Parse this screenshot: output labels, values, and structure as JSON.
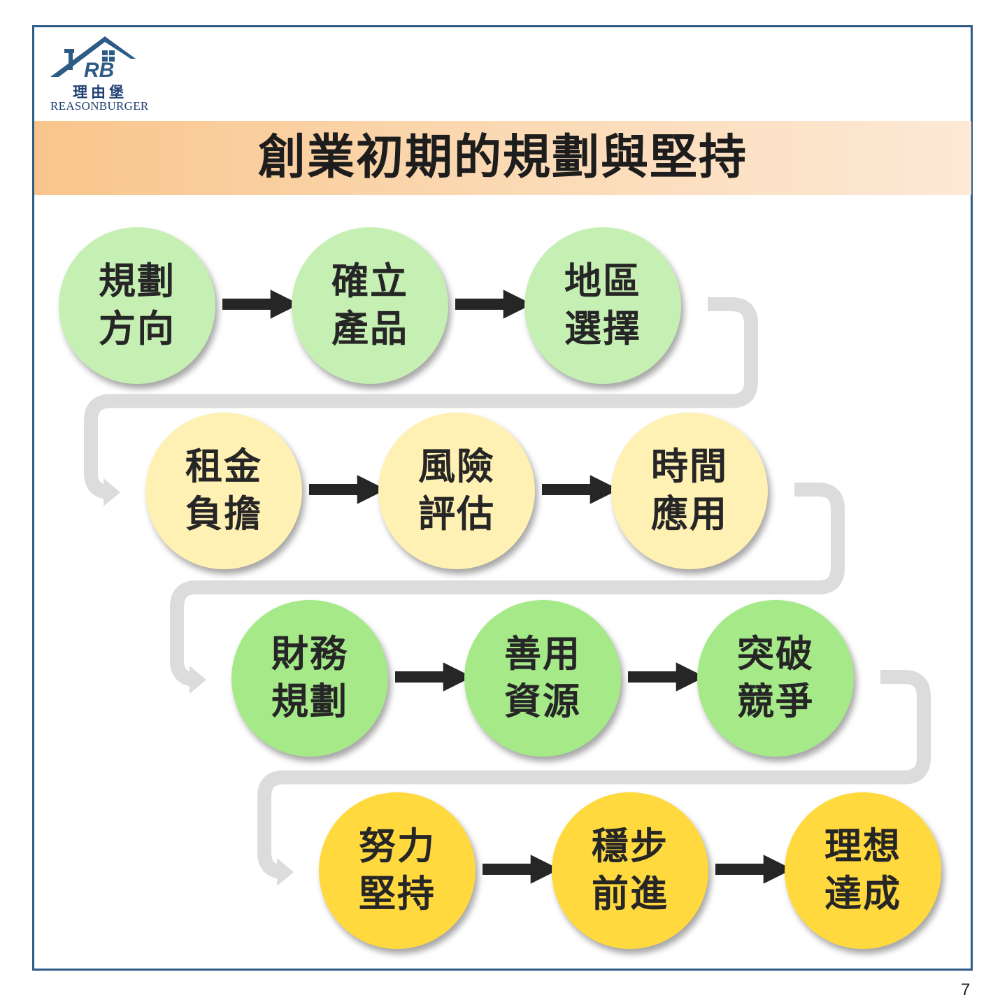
{
  "logo": {
    "mark": "RB",
    "chinese_name": "理由堡",
    "english_name": "REASONBURGER",
    "color": "#1f3f73"
  },
  "title": "創業初期的規劃與堅持",
  "rows": [
    {
      "color": "#c6efb3",
      "steps": [
        "規劃\n方向",
        "確立\n產品",
        "地區\n選擇"
      ]
    },
    {
      "color": "#fff0b3",
      "steps": [
        "租金\n負擔",
        "風險\n評估",
        "時間\n應用"
      ]
    },
    {
      "color": "#a6e989",
      "steps": [
        "財務\n規劃",
        "善用\n資源",
        "突破\n競爭"
      ]
    },
    {
      "color": "#ffd93e",
      "steps": [
        "努力\n堅持",
        "穩步\n前進",
        "理想\n達成"
      ]
    }
  ],
  "arrow_color": "#262626",
  "connector_color": "#dcdcdc",
  "frame_color": "#2e5b86",
  "page_number": "7"
}
